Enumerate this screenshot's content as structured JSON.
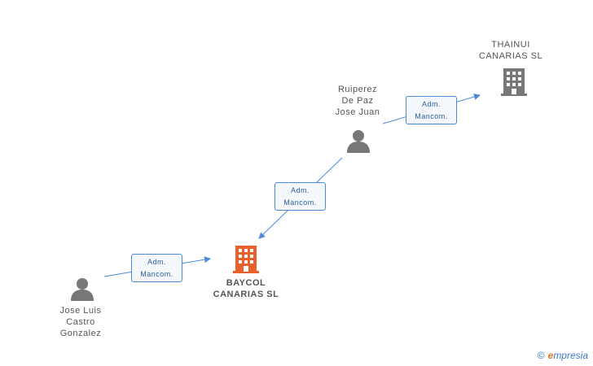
{
  "nodes": {
    "thainui": {
      "line1": "THAINUI",
      "line2": "CANARIAS SL"
    },
    "ruiperez": {
      "line1": "Ruiperez",
      "line2": "De Paz",
      "line3": "Jose Juan"
    },
    "baycol": {
      "line1": "BAYCOL",
      "line2": "CANARIAS SL"
    },
    "jose_luis": {
      "line1": "Jose Luis",
      "line2": "Castro",
      "line3": "Gonzalez"
    }
  },
  "edges": [
    {
      "line1": "Adm.",
      "line2": "Mancom."
    },
    {
      "line1": "Adm.",
      "line2": "Mancom."
    },
    {
      "line1": "Adm.",
      "line2": "Mancom."
    }
  ],
  "brand": {
    "copyright": "©",
    "initial": "e",
    "rest": "mpresia"
  },
  "colors": {
    "line": "#4a8ad8",
    "main_company": "#e8602c",
    "company": "#777777",
    "person": "#777777"
  }
}
